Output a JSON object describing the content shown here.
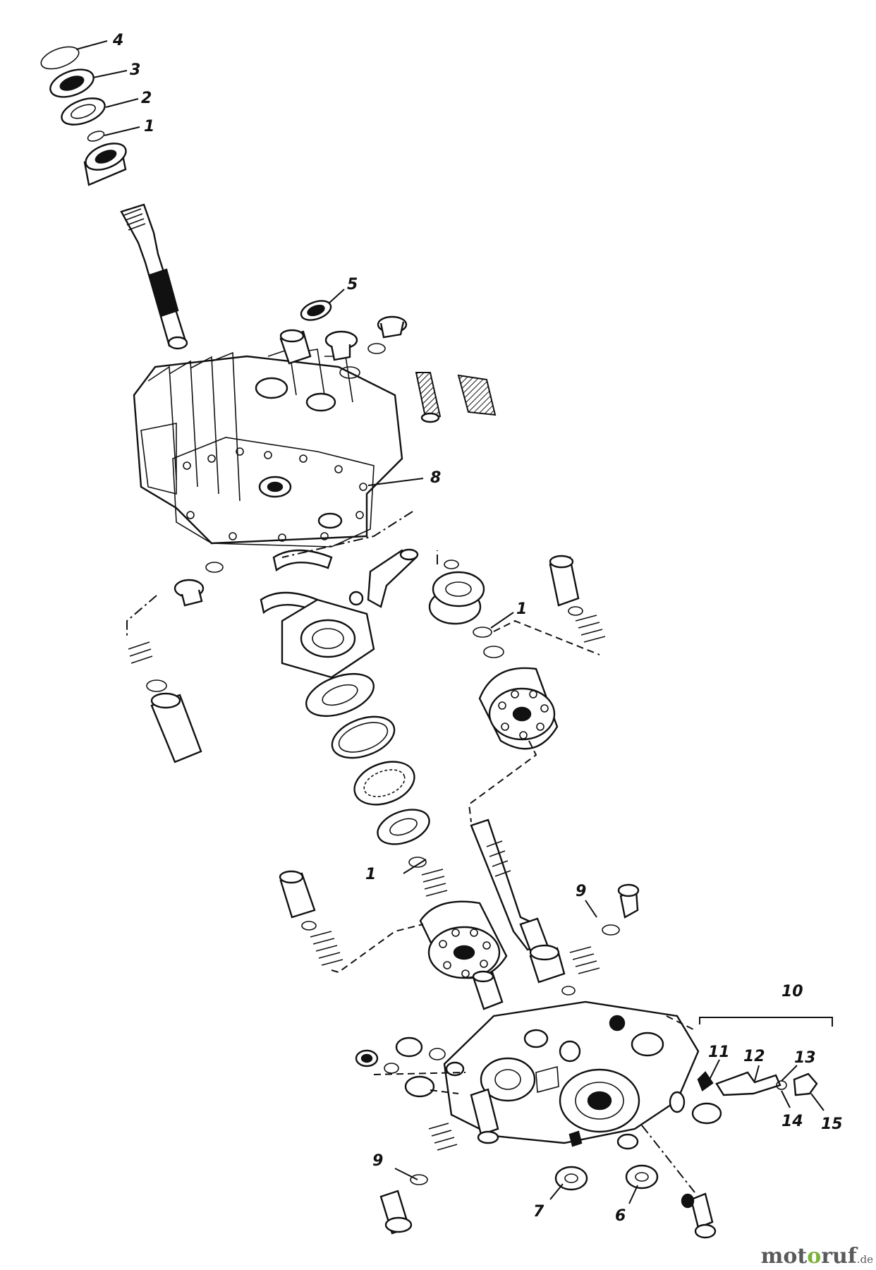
{
  "diagram": {
    "callouts": [
      {
        "id": "c4",
        "text": "4"
      },
      {
        "id": "c3",
        "text": "3"
      },
      {
        "id": "c2",
        "text": "2"
      },
      {
        "id": "c1a",
        "text": "1"
      },
      {
        "id": "c5",
        "text": "5"
      },
      {
        "id": "c8",
        "text": "8"
      },
      {
        "id": "c1b",
        "text": "1"
      },
      {
        "id": "c1c",
        "text": "1"
      },
      {
        "id": "c9a",
        "text": "9"
      },
      {
        "id": "c10",
        "text": "10"
      },
      {
        "id": "c11",
        "text": "11"
      },
      {
        "id": "c12",
        "text": "12"
      },
      {
        "id": "c13",
        "text": "13"
      },
      {
        "id": "c14",
        "text": "14"
      },
      {
        "id": "c15",
        "text": "15"
      },
      {
        "id": "c9b",
        "text": "9"
      },
      {
        "id": "c7",
        "text": "7"
      },
      {
        "id": "c6",
        "text": "6"
      }
    ]
  },
  "watermark": {
    "text_before": "mot",
    "text_o": "o",
    "text_after": "ruf",
    "suffix": ".de",
    "accent_color": "#7bb23a"
  }
}
